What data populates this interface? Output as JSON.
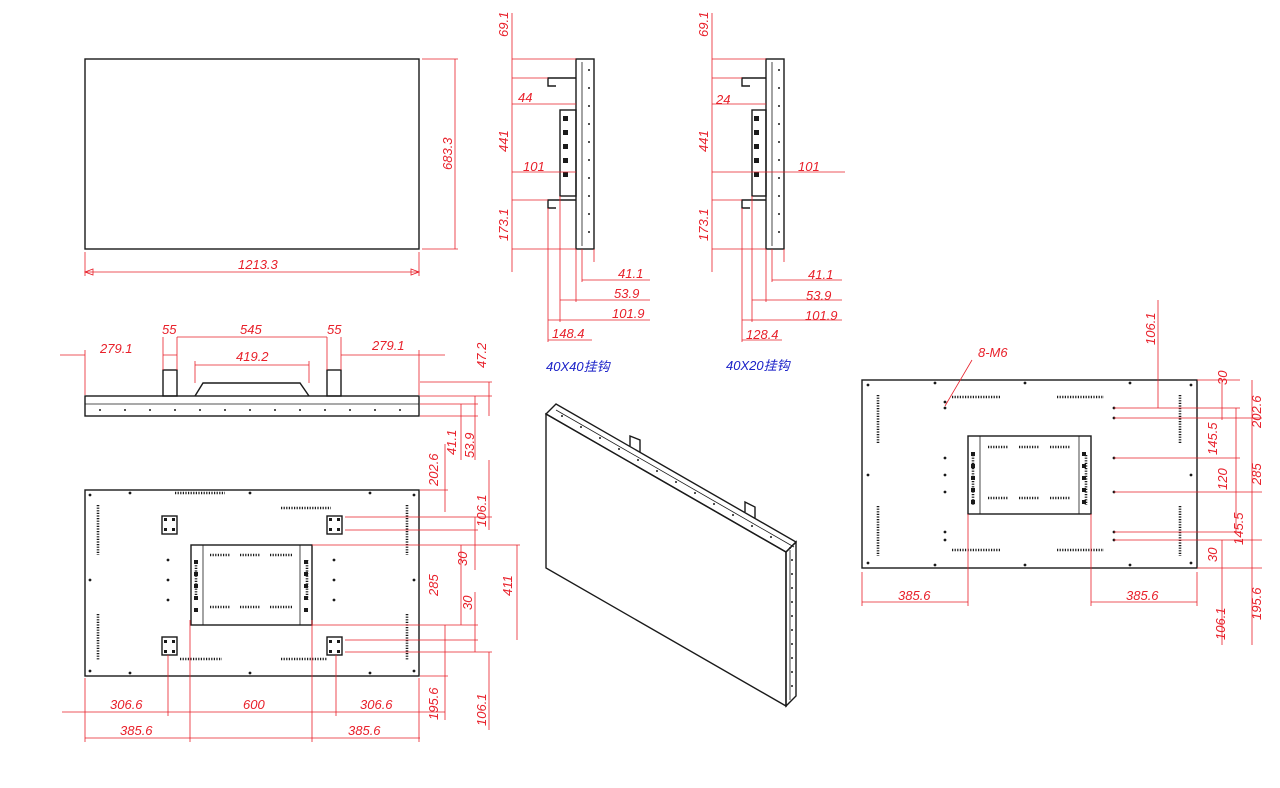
{
  "front": {
    "width": "1213.3",
    "height": "683.3"
  },
  "top": {
    "left": "279.1",
    "bracket_left": "55",
    "between": "545",
    "bracket_right": "55",
    "right": "279.1",
    "middle": "419.2",
    "depth_a": "47.2",
    "depth_b": "41.1",
    "depth_c": "53.9"
  },
  "back": {
    "bottom": [
      "306.6",
      "600",
      "306.6"
    ],
    "bottom2": [
      "385.6",
      "385.6"
    ],
    "right": [
      "202.6",
      "106.1",
      "30",
      "285",
      "30",
      "411",
      "195.6",
      "106.1"
    ]
  },
  "hook40": {
    "caption": "40X40挂钩",
    "top": "69.1",
    "hook": "44",
    "span": "441",
    "mid": "101",
    "bottom": "173.1",
    "d1": "41.1",
    "d2": "53.9",
    "d3": "101.9",
    "d4": "148.4"
  },
  "hook20": {
    "caption": "40X20挂钩",
    "top": "69.1",
    "hook": "24",
    "span": "441",
    "mid": "101",
    "bottom": "173.1",
    "d1": "41.1",
    "d2": "53.9",
    "d3": "101.9",
    "d4": "128.4"
  },
  "rear": {
    "callout": "8-M6",
    "top": "106.1",
    "right": [
      "30",
      "202.6",
      "145.5",
      "120",
      "285",
      "145.5",
      "30"
    ],
    "bottom_right": [
      "195.6",
      "106.1"
    ],
    "bottom": [
      "385.6",
      "385.6"
    ]
  }
}
